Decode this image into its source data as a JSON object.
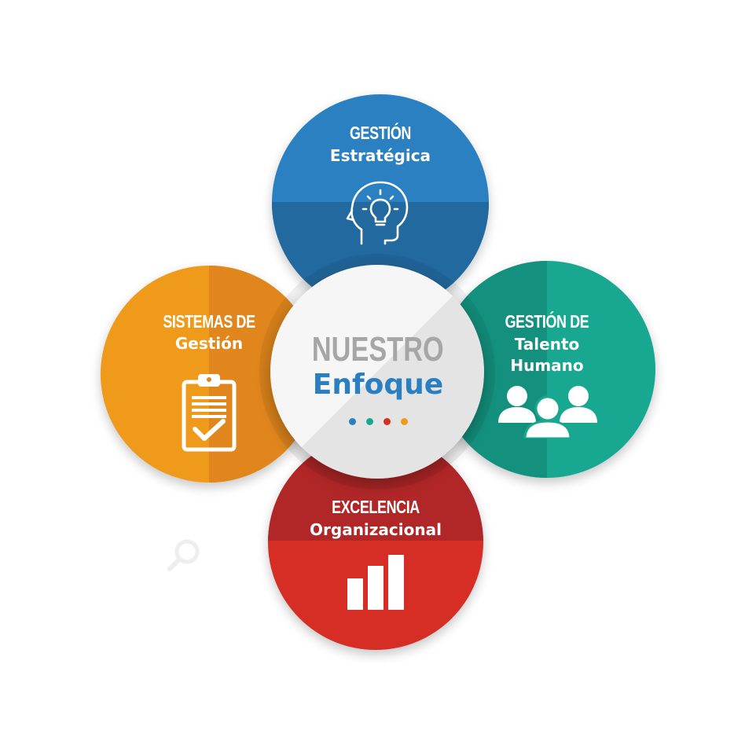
{
  "top": {
    "line1": "GESTIÓN",
    "line2": "Estratégica",
    "icon": "head-lightbulb-icon"
  },
  "left": {
    "line1": "SISTEMAS DE",
    "line2": "Gestión",
    "icon": "clipboard-check-icon"
  },
  "right": {
    "line1": "GESTIÓN DE",
    "line2": "Talento",
    "line3": "Humano",
    "icon": "people-group-icon"
  },
  "bottom": {
    "line1": "EXCELENCIA",
    "line2": "Organizacional",
    "icon": "bar-chart-icon"
  },
  "center": {
    "line1": "NUESTRO",
    "line2": "Enfoque"
  },
  "colors": {
    "blue": "#2a80c0",
    "orange": "#ef9a1a",
    "green": "#18a892",
    "red": "#d62d24",
    "center_title": "#a6a6a6",
    "center_accent": "#2a7fc1"
  },
  "dots": [
    "#2a7fc1",
    "#18a892",
    "#d62d24",
    "#ef9a1a"
  ]
}
